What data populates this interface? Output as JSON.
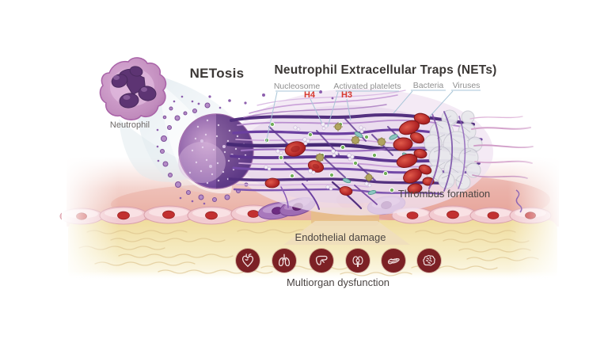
{
  "header": {
    "netosis": "NETosis",
    "title": "Neutrophil Extracellular Traps (NETs)"
  },
  "labels": {
    "neutrophil": "Neutrophil",
    "nucleosome": "Nucleosome",
    "h4": "H4",
    "h3": "H3",
    "activated_platelets": "Activated platelets",
    "bacteria": "Bacteria",
    "viruses": "Viruses"
  },
  "captions": {
    "thrombus": "Thrombus formation",
    "endothelial_damage": "Endothelial damage",
    "multiorgan": "Multiorgan dysfunction"
  },
  "organs": [
    {
      "label": "heart"
    },
    {
      "label": "lungs"
    },
    {
      "label": "liver"
    },
    {
      "label": "kidneys"
    },
    {
      "label": "pancreas"
    },
    {
      "label": "brain"
    }
  ],
  "colors": {
    "title_text": "#3b3735",
    "muted_label": "#8f8f8f",
    "histone_red": "#d6392e",
    "caption_text": "#4b4543",
    "organ_badge": "#7c2125",
    "net_purple": "#6b3fa0",
    "rbc_red": "#c0272d",
    "lumen_pink": "#edbdb2",
    "tissue_yellow": "#f3e2a4",
    "leader_line": "#a9c6d8"
  }
}
